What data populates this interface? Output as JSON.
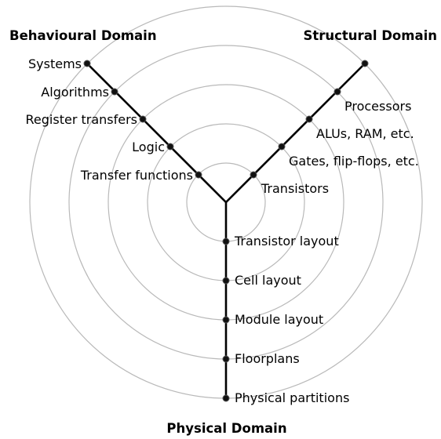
{
  "domains": {
    "behavioural": "Behavioural Domain",
    "structural": "Structural Domain",
    "physical": "Physical Domain"
  },
  "behavioural_levels": [
    "Systems",
    "Algorithms",
    "Register transfers",
    "Logic",
    "Transfer functions"
  ],
  "structural_levels": [
    "",
    "Processors",
    "ALUs, RAM, etc.",
    "Gates, flip-flops, etc.",
    "Transistors"
  ],
  "physical_levels": [
    "Transistor layout",
    "Cell layout",
    "Module layout",
    "Floorplans",
    "Physical partitions"
  ],
  "colors": {
    "axis": "#000000",
    "ring": "#b9b9b9",
    "node": "#111111"
  }
}
